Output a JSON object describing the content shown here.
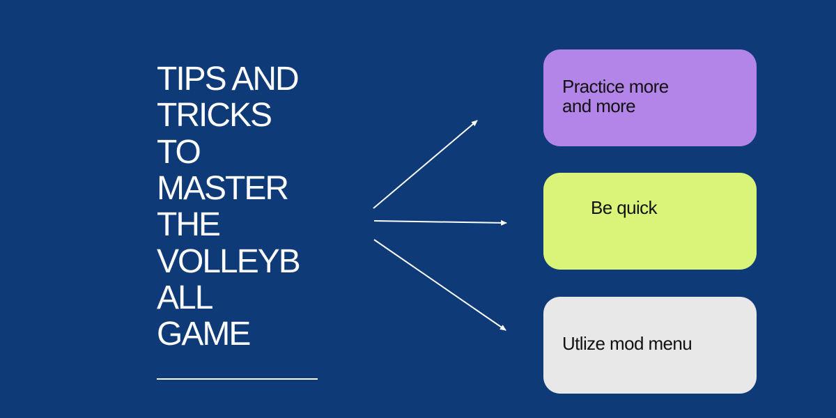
{
  "colors": {
    "background": "#0e3a78",
    "title_text": "#ffffff",
    "underline": "#ffffff",
    "arrow": "#ffffff",
    "card_text": "#111111"
  },
  "title": {
    "lines": [
      "TIPS AND",
      "TRICKS",
      "TO",
      "MASTER",
      "THE",
      "VOLLEYB",
      "ALL",
      "GAME"
    ]
  },
  "cards": [
    {
      "lines": [
        "Practice more",
        "and more"
      ],
      "color": "#b385e8"
    },
    {
      "lines": [
        "Be quick"
      ],
      "color": "#d9f478"
    },
    {
      "lines": [
        "Utlize mod menu"
      ],
      "color": "#e8e8e8"
    }
  ]
}
